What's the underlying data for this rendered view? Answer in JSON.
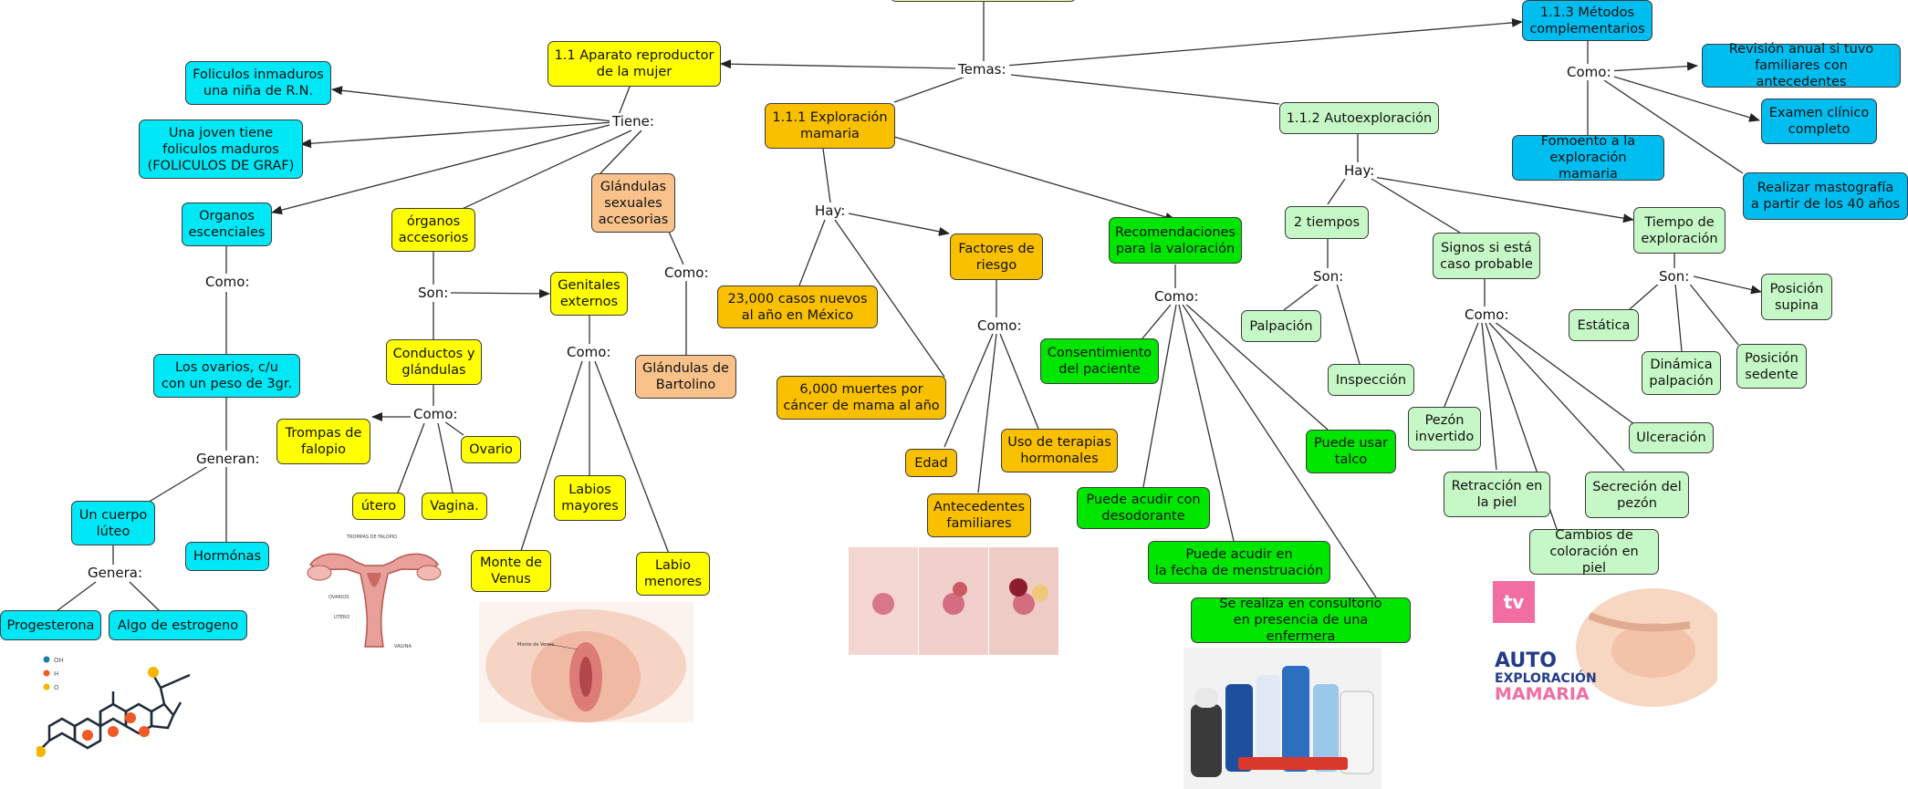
{
  "colors": {
    "yellow": "#ffff00",
    "orange": "#f9c000",
    "green": "#00e600",
    "cyan": "#00e8f5",
    "blue": "#00bdf0",
    "light_green": "#c6f7c6",
    "peach": "#f8c28a",
    "line": "#333333"
  },
  "root": {
    "label": "Temas:"
  },
  "aparato": {
    "title": "1.1 Aparato reproductor\nde la mujer",
    "tiene": "Tiene:",
    "foliculos_inmaduros": "Foliculos inmaduros\nuna niña de R.N.",
    "joven": "Una joven tiene\nfoliculos maduros\n(FOLICULOS DE GRAF)",
    "organos_esenciales": "Organos\nescenciales",
    "como_esenciales": "Como:",
    "ovarios": "Los ovarios, c/u\ncon un peso de 3gr.",
    "generan": "Generan:",
    "cuerpo_luteo": "Un cuerpo\nlúteo",
    "hormonas": "Hormónas",
    "genera": "Genera:",
    "progesterona": "Progesterona",
    "estrogeno": "Algo de estrogeno",
    "organos_accesorios": "órganos\naccesorios",
    "son": "Son:",
    "genitales_externos": "Genitales\nexternos",
    "como_genitales": "Como:",
    "monte": "Monte de\nVenus",
    "labios_mayores": "Labios\nmayores",
    "labio_menores": "Labio\nmenores",
    "conductos": "Conductos y\nglándulas",
    "como_conductos": "Como:",
    "trompas": "Trompas de\nfalopio",
    "ovario": "Ovario",
    "utero": "útero",
    "vagina": "Vagina.",
    "glandulas_sexuales": "Glándulas\nsexuales\naccesorias",
    "como_glandulas": "Como:",
    "bartolino": "Glándulas de\nBartolino"
  },
  "exploracion": {
    "title": "1.1.1 Exploración\nmamaria",
    "hay": "Hay:",
    "casos": "23,000 casos nuevos\nal año en México",
    "muertes": "6,000 muertes por\ncáncer de mama al año",
    "factores": "Factores de\nriesgo",
    "como_factores": "Como:",
    "edad": "Edad",
    "antecedentes": "Antecedentes\nfamiliares",
    "terapias": "Uso de terapias\nhormonales",
    "recomendaciones": "Recomendaciones\npara la valoración",
    "como_recomendaciones": "Como:",
    "consentimiento": "Consentimiento\ndel paciente",
    "desodorante": "Puede acudir con\ndesodorante",
    "menstruacion": "Puede acudir en\nla fecha de menstruación",
    "consultorio": "Se realiza en consultorio\nen presencia de una enfermera",
    "talco": "Puede usar\ntalco"
  },
  "autoexploracion": {
    "title": "1.1.2 Autoexploración",
    "hay": "Hay:",
    "dos_tiempos": "2 tiempos",
    "son": "Son:",
    "palpacion": "Palpación",
    "inspeccion": "Inspección",
    "signos": "Signos si está\ncaso probable",
    "como_signos": "Como:",
    "pezon": "Pezón\ninvertido",
    "retraccion": "Retracción en\nla piel",
    "cambios": "Cambios de\ncoloración en piel",
    "secrecion": "Secreción del\npezón",
    "ulceracion": "Ulceración",
    "tiempo": "Tiempo de\nexploración",
    "son_tiempo": "Son:",
    "estatica": "Estática",
    "dinamica": "Dinámica\npalpación",
    "supina": "Posición\nsupina",
    "sedente": "Posición\nsedente"
  },
  "metodos": {
    "title": "1.1.3 Métodos\ncomplementarios",
    "como": "Como:",
    "fomento": "Fomoento a la\nexploración mamaria",
    "revision": "Revisión anual si tuvo\nfamiliares con antecedentes",
    "examen": "Examen clínico\ncompleto",
    "mastografia": "Realizar mastografía\na partir de los 40 años"
  },
  "images": {
    "uterus_caption": "TROMPAS DE FALOPIO",
    "uterus_ovarios": "OVARIOS",
    "uterus_utero": "UTERO",
    "uterus_vagina": "VAGINA",
    "venus_caption": "Monte de Venus",
    "molecule_legend": [
      "OH",
      "H",
      "O"
    ],
    "auto_logo_line1": "AUTO",
    "auto_logo_line2": "EXPLORACIÓN",
    "auto_logo_line3": "MAMARIA",
    "tv_badge": "tv"
  }
}
